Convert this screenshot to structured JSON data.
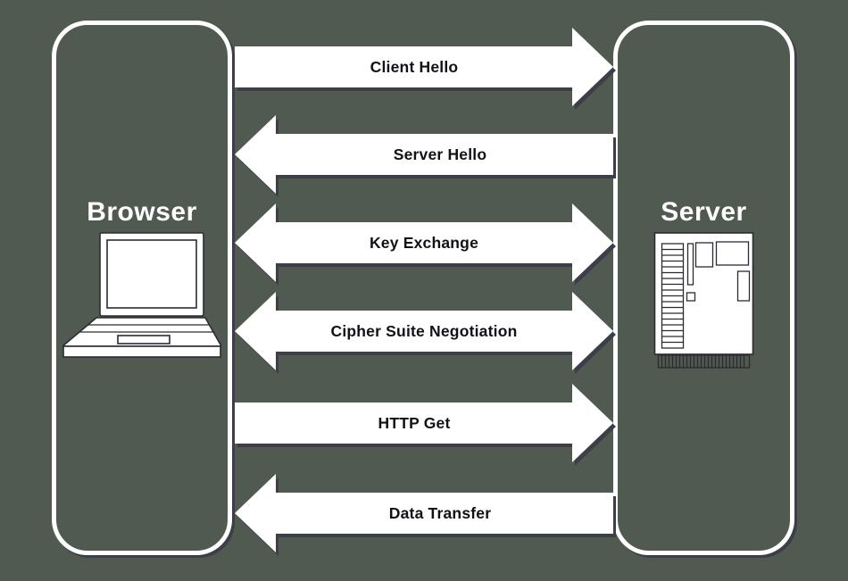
{
  "nodes": {
    "browser": {
      "label": "Browser",
      "icon": "laptop-icon"
    },
    "server": {
      "label": "Server",
      "icon": "server-icon"
    }
  },
  "messages": [
    {
      "label": "Client Hello",
      "direction": "right"
    },
    {
      "label": "Server Hello",
      "direction": "left"
    },
    {
      "label": "Key Exchange",
      "direction": "both"
    },
    {
      "label": "Cipher Suite Negotiation",
      "direction": "both"
    },
    {
      "label": "HTTP Get",
      "direction": "right"
    },
    {
      "label": "Data Transfer",
      "direction": "left"
    }
  ],
  "colors": {
    "bg": "#505a50",
    "arrow_fill": "#ffffff",
    "arrow_text": "#111118",
    "node_border": "#ffffff",
    "node_label": "#ffffff",
    "icon_fill": "#ffffff",
    "icon_stroke": "#2b2b33",
    "shadow": "#3e3e48"
  }
}
